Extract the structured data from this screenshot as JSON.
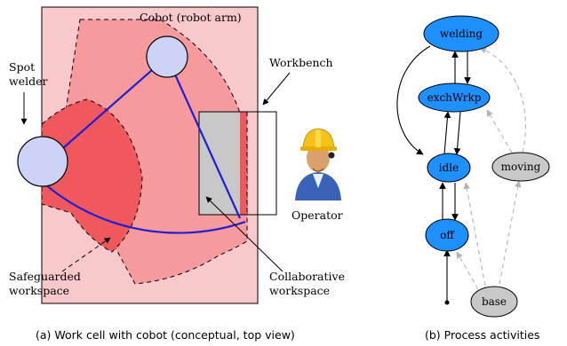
{
  "panel_a": {
    "caption": "(a) Work cell with cobot (conceptual, top view)",
    "cobot_label": "Cobot (robot arm)",
    "spot_welder_label": [
      "Spot",
      "welder"
    ],
    "workbench_label": "Workbench",
    "operator_label": "Operator",
    "safeguarded_label": [
      "Safeguarded",
      "workspace"
    ],
    "collaborative_label": [
      "Collaborative",
      "workspace"
    ],
    "colors": {
      "cell_background": "#f9c8cb",
      "robot_reach": "#f79a9d",
      "welder_zone": "#f0585e",
      "joint_fill": "#cdd2f7",
      "arm_line": "#1f1fd0",
      "workbench_gray": "#c8c8c8"
    }
  },
  "panel_b": {
    "caption": "(b) Process activities",
    "nodes": {
      "welding": "welding",
      "exchWrkp": "exchWrkp",
      "idle": "idle",
      "moving": "moving",
      "off": "off",
      "base": "base"
    },
    "colors": {
      "active_node": "#1e90ff",
      "inactive_node": "#c8c8c8",
      "solid_edge": "#000000",
      "dashed_edge": "#b4b4b4"
    }
  }
}
